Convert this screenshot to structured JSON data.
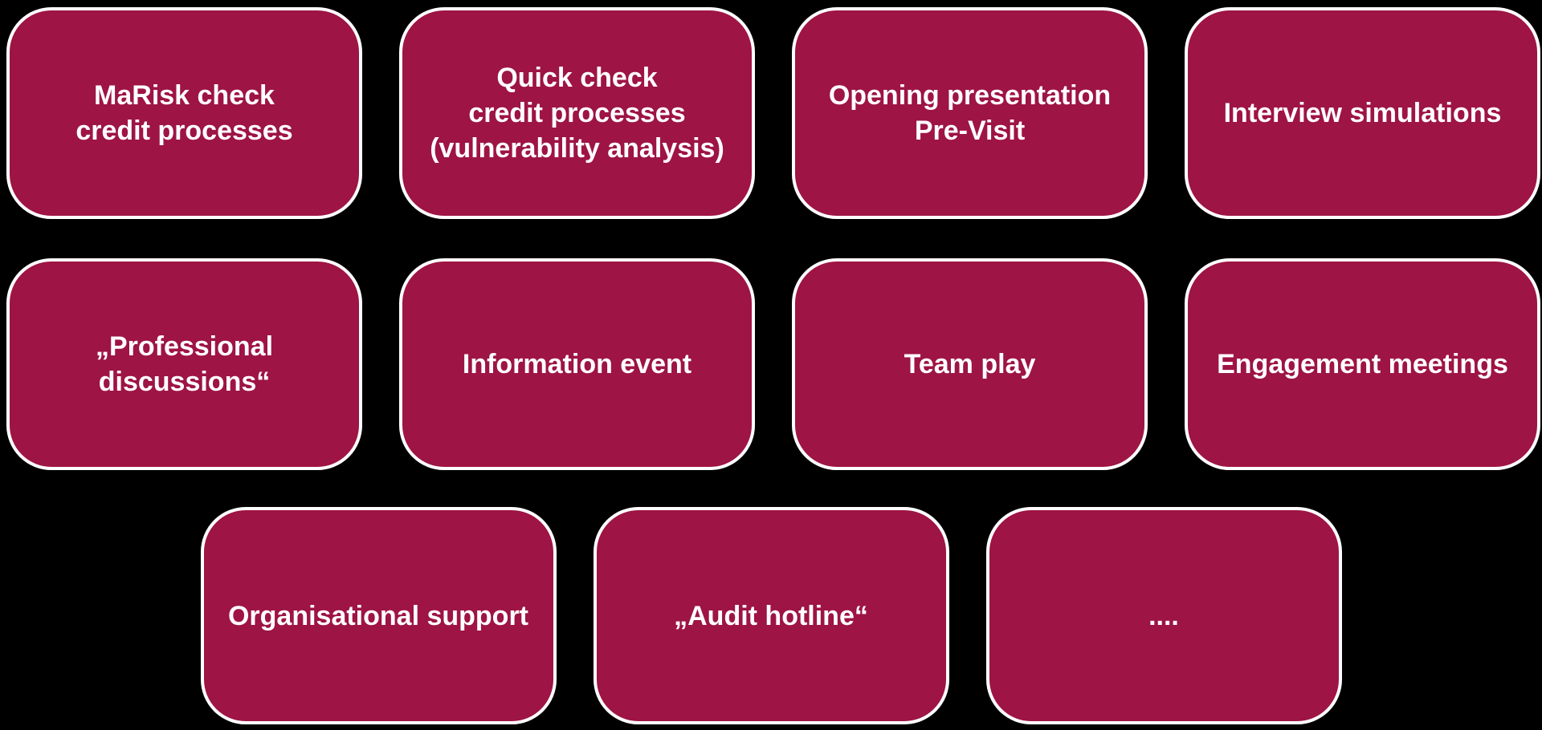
{
  "colors": {
    "background": "#000000",
    "card_fill": "#9e1444",
    "card_border": "#ffffff",
    "card_text": "#ffffff"
  },
  "rows": [
    {
      "cards": [
        {
          "id": "marisk-check-credit-processes",
          "label": [
            "MaRisk check",
            "credit processes"
          ]
        },
        {
          "id": "quick-check-credit-processes",
          "label": [
            "Quick check",
            "credit processes",
            "(vulnerability analysis)"
          ]
        },
        {
          "id": "opening-presentation-pre-visit",
          "label": [
            "Opening presentation",
            "Pre-Visit"
          ]
        },
        {
          "id": "interview-simulations",
          "label": [
            "Interview simulations"
          ]
        }
      ]
    },
    {
      "cards": [
        {
          "id": "professional-discussions",
          "label": [
            "„Professional",
            "discussions“"
          ]
        },
        {
          "id": "information-event",
          "label": [
            "Information event"
          ]
        },
        {
          "id": "team-play",
          "label": [
            "Team play"
          ]
        },
        {
          "id": "engagement-meetings",
          "label": [
            "Engagement meetings"
          ]
        }
      ]
    },
    {
      "cards": [
        {
          "id": "organisational-support",
          "label": [
            "Organisational support"
          ]
        },
        {
          "id": "audit-hotline",
          "label": [
            "„Audit hotline“"
          ]
        },
        {
          "id": "ellipsis",
          "label": [
            "...."
          ]
        }
      ]
    }
  ]
}
